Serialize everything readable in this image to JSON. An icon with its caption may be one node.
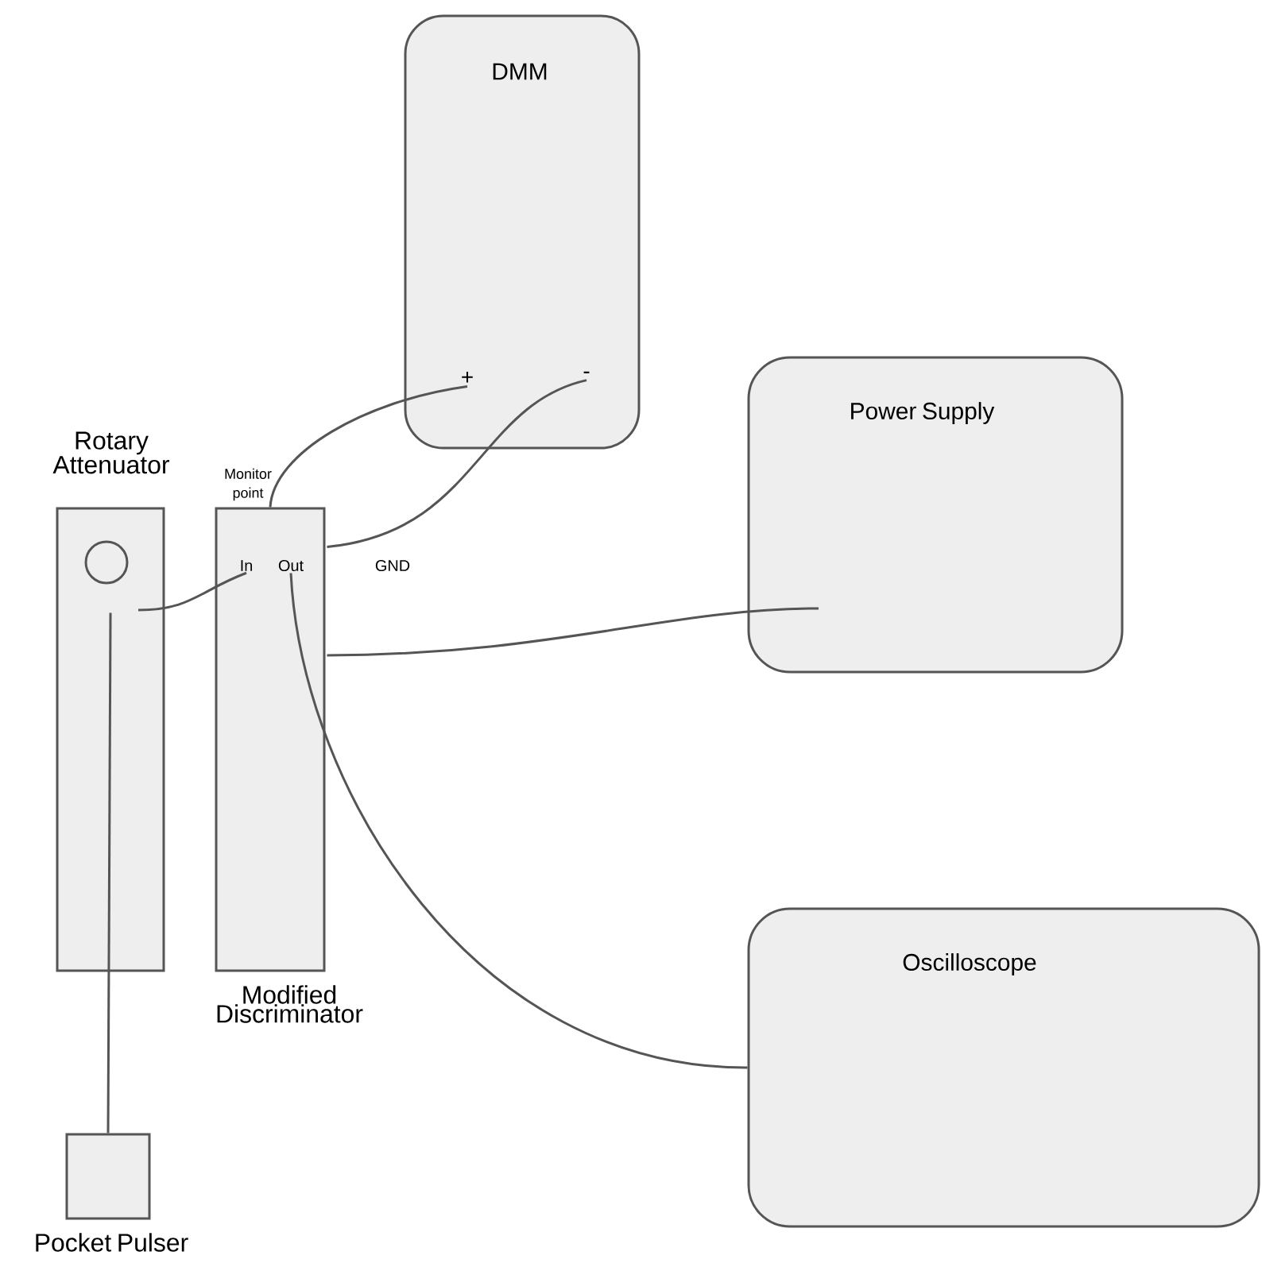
{
  "diagram": {
    "nodes": [
      {
        "text": [
          "DMM"
        ]
      },
      {
        "text": [
          "+"
        ],
        "in": 0
      },
      {
        "text": [
          "-"
        ],
        "in": 0
      },
      {
        "text": [
          "Power Supply"
        ]
      },
      {
        "text": [
          "Rotary Attenuator"
        ]
      },
      {
        "text": [
          "Modified Discriminator"
        ],
        "beside": [
          "Monitor point",
          "GND"
        ]
      },
      {
        "text": [
          "In"
        ],
        "in": 5
      },
      {
        "text": [
          "Out"
        ],
        "in": 5
      },
      {
        "text": [
          "Oscilloscope"
        ]
      },
      {
        "text": [
          "Pocket Pulser"
        ]
      }
    ],
    "edges": [
      {
        "from": 9,
        "to": 4,
        "arrow": "none"
      },
      {
        "from": 4,
        "to": 6,
        "arrow": "none"
      },
      {
        "from": 5,
        "to": 1,
        "arrow": "none"
      },
      {
        "from": 5,
        "to": 2,
        "arrow": "none"
      },
      {
        "from": 5,
        "to": 3,
        "arrow": "none"
      },
      {
        "from": 7,
        "to": 8,
        "arrow": "none"
      }
    ]
  }
}
